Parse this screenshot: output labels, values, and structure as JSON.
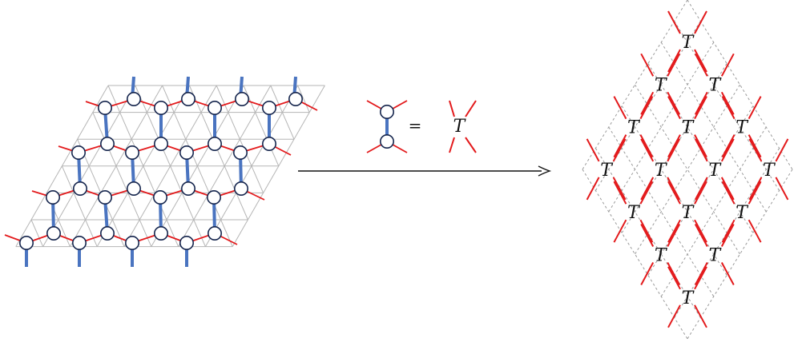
{
  "equation": {
    "equals_sign": "=",
    "tensor_symbol": "T"
  },
  "coarse_lattice": {
    "tensor_label": "T",
    "rows": [
      1,
      2,
      3,
      4,
      3,
      2,
      1
    ]
  },
  "colors": {
    "grid": "#b5b5b5",
    "red_bond": "#e31a1c",
    "blue_bond": "#4a74c0",
    "node_stroke": "#15254d",
    "arrow": "#111111",
    "dashed_grid": "#9a9a9a"
  }
}
